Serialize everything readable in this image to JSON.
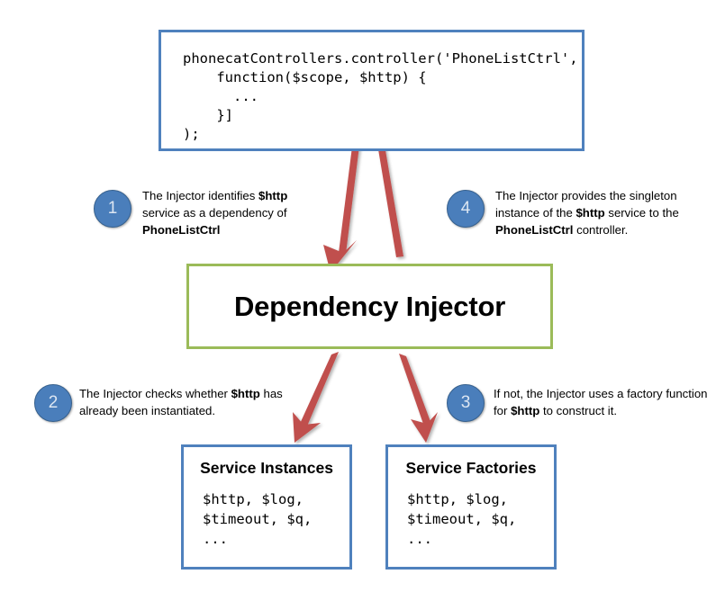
{
  "colors": {
    "box_blue": "#4F81BD",
    "box_green": "#9BBB59",
    "arrow_red": "#C0504D",
    "badge_blue": "#4A7EBB",
    "badge_text": "#DCE6F2",
    "background": "#FFFFFF",
    "text": "#000000"
  },
  "code_box": {
    "code": "phonecatControllers.controller('PhoneListCtrl',\n    function($scope, $http) {\n      ...\n    }]\n);"
  },
  "injector_box": {
    "title": "Dependency Injector"
  },
  "service_boxes": [
    {
      "title": "Service Instances",
      "body": "$http, $log,\n$timeout, $q,\n..."
    },
    {
      "title": "Service Factories",
      "body": "$http, $log,\n$timeout, $q,\n..."
    }
  ],
  "notes": [
    {
      "number": "1",
      "text_html": "The Injector identifies <b>$http</b> service as a dependency of <b>PhoneListCtrl</b>",
      "text_plain": "The Injector identifies $http service as a dependency of PhoneListCtrl"
    },
    {
      "number": "2",
      "text_html": "The Injector checks whether <b>$http</b> has already been instantiated.",
      "text_plain": "The Injector checks whether $http has already been instantiated."
    },
    {
      "number": "3",
      "text_html": "If not, the Injector uses a factory function for <b>$http</b> to construct it.",
      "text_plain": "If not, the Injector uses a factory function for $http to construct it."
    },
    {
      "number": "4",
      "text_html": "The Injector provides the singleton instance of the <b>$http</b> service to the <b>PhoneListCtrl</b> controller.",
      "text_plain": "The Injector provides the singleton instance of the $http service to the PhoneListCtrl controller."
    }
  ],
  "arrows": [
    {
      "name": "code-to-injector",
      "from": "code-box",
      "to": "injector-box",
      "direction": "down"
    },
    {
      "name": "injector-to-code",
      "from": "injector-box",
      "to": "code-box",
      "direction": "up"
    },
    {
      "name": "injector-to-instances",
      "from": "injector-box",
      "to": "service-instances-box",
      "direction": "down"
    },
    {
      "name": "injector-to-factories",
      "from": "injector-box",
      "to": "service-factories-box",
      "direction": "down"
    }
  ]
}
